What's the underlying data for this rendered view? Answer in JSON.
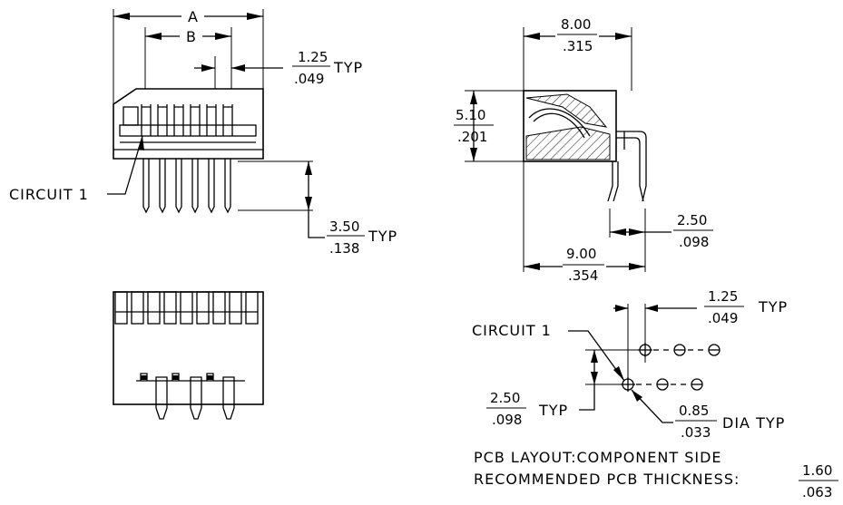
{
  "top_view": {
    "dim_a_label": "A",
    "dim_b_label": "B",
    "pitch_mm": "1.25",
    "pitch_in": ".049",
    "pitch_suffix": "TYP",
    "circuit_label": "CIRCUIT 1",
    "pin_len_mm": "3.50",
    "pin_len_in": ".138",
    "pin_len_suffix": "TYP"
  },
  "side_view": {
    "width_mm": "8.00",
    "width_in": ".315",
    "height_mm": "5.10",
    "height_in": ".201",
    "lead_mm": "2.50",
    "lead_in": ".098",
    "depth_mm": "9.00",
    "depth_in": ".354"
  },
  "pcb_layout": {
    "pitch_mm": "1.25",
    "pitch_in": ".049",
    "pitch_suffix": "TYP",
    "circuit_label": "CIRCUIT 1",
    "row_mm": "2.50",
    "row_in": ".098",
    "row_suffix": "TYP",
    "hole_mm": "0.85",
    "hole_in": ".033",
    "hole_suffix": "DIA TYP",
    "caption": "PCB LAYOUT:COMPONENT SIDE",
    "thickness_label": "RECOMMENDED PCB THICKNESS:",
    "thickness_mm": "1.60",
    "thickness_in": ".063"
  }
}
